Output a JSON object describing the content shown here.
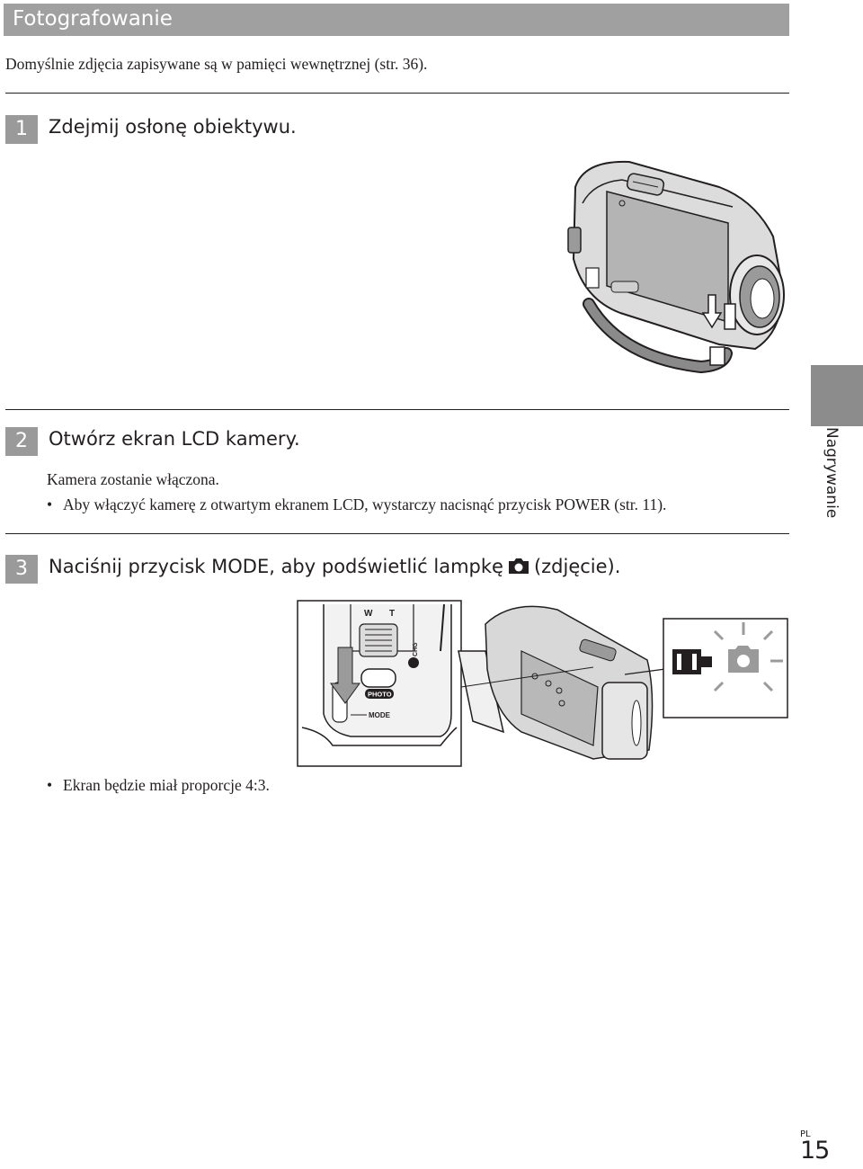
{
  "header": {
    "title": "Fotografowanie"
  },
  "intro": "Domyślnie zdjęcia zapisywane są w pamięci wewnętrznej (str. 36).",
  "steps": [
    {
      "number": "1",
      "title": "Zdejmij osłonę obiektywu."
    },
    {
      "number": "2",
      "title": "Otwórz ekran LCD kamery.",
      "text": "Kamera zostanie włączona.",
      "bullet": "Aby włączyć kamerę z otwartym ekranem LCD, wystarczy nacisnąć przycisk POWER (str. 11)."
    },
    {
      "number": "3",
      "title_before": "Naciśnij przycisk MODE, aby podświetlić lampkę",
      "title_after": "(zdjęcie).",
      "bullet": "Ekran będzie miał proporcje 4:3."
    }
  ],
  "illustration_labels": {
    "w": "W",
    "t": "T",
    "chg": "CHG",
    "photo": "PHOTO",
    "mode": "MODE"
  },
  "side_tab": {
    "label": "Nagrywanie"
  },
  "footer": {
    "lang": "PL",
    "page": "15"
  },
  "icons": [
    "camera-icon",
    "film-icon",
    "camera-lamp-icon"
  ]
}
